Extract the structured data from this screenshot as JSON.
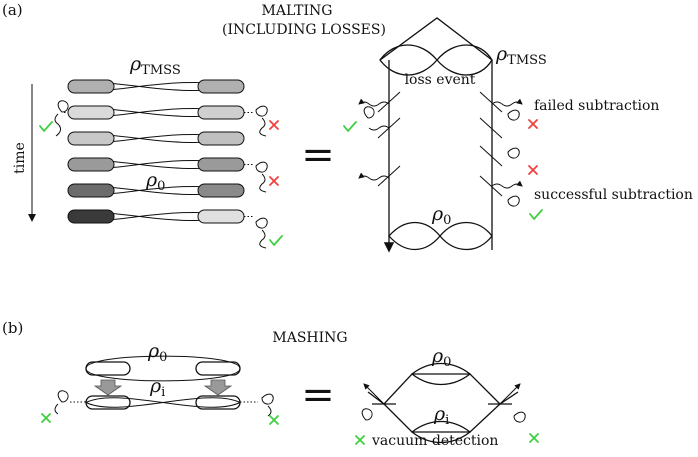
{
  "panel_a": {
    "label": "(a)",
    "title_line1": "MALTING",
    "title_line2": "(INCLUDING LOSSES)",
    "rho_tmss_left": "ρ",
    "rho_tmss_left_sub": "TMSS",
    "rho_zero_left": "ρ",
    "rho_zero_left_sub": "0",
    "time_label": "time",
    "equals": "=",
    "rho_tmss_right": "ρ",
    "rho_tmss_right_sub": "TMSS",
    "loss_event": "loss event",
    "failed_subtraction": "failed subtraction",
    "successful_subtraction": "successful subtraction",
    "rho_zero_right": "ρ",
    "rho_zero_right_sub": "0",
    "mode_shades": [
      "#b0b0b0",
      "#dadada",
      "#c8c8c8",
      "#9a9a9a",
      "#6c6c6c",
      "#3a3a3a"
    ],
    "mode_shades_right": [
      "#b0b0b0",
      "#cfcfcf",
      "#c0c0c0",
      "#9a9a9a",
      "#8a8a8a",
      "#e0e0e0"
    ]
  },
  "panel_b": {
    "label": "(b)",
    "title": "MASHING",
    "rho_zero": "ρ",
    "rho_zero_sub": "0",
    "rho_i": "ρ",
    "rho_i_sub": "i",
    "equals": "=",
    "rho_zero_right": "ρ",
    "rho_zero_right_sub": "0",
    "rho_i_right": "ρ",
    "rho_i_right_sub": "i",
    "vacuum_detection": "vacuum detection"
  },
  "colors": {
    "check": "#3fcf3f",
    "cross_red": "#f04040",
    "cross_green": "#3fcf3f"
  }
}
